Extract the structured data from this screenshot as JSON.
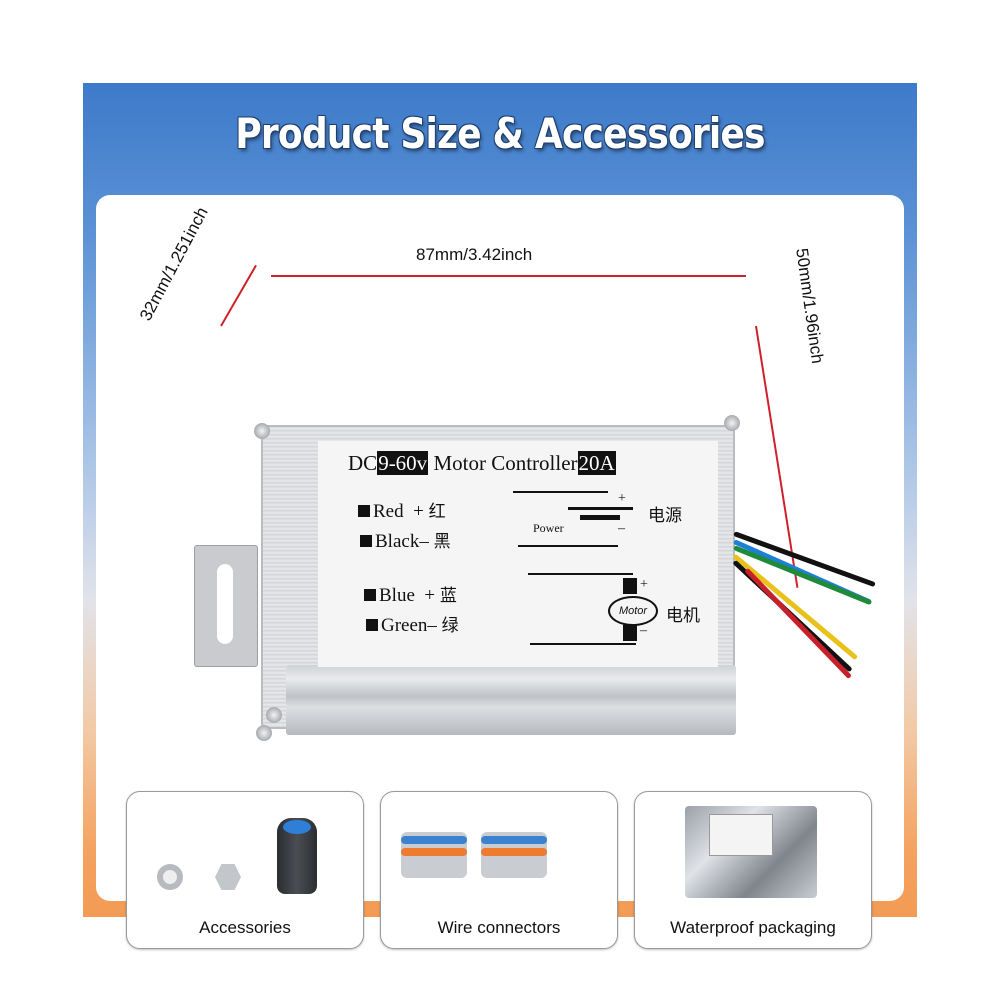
{
  "header": {
    "title": "Product Size & Accessories"
  },
  "dimensions": {
    "width": "87mm/3.42inch",
    "depth": "32mm/1.251inch",
    "height": "50mm/1.96inch"
  },
  "product_label": {
    "title_prefix": "DC",
    "voltage": "9-60v",
    "title_middle": " Motor Controller",
    "current": "20A",
    "rows": [
      {
        "color": "Red",
        "sign": "+",
        "cn": "红"
      },
      {
        "color": "Black",
        "sign": "–",
        "cn": "黑"
      },
      {
        "color": "Blue",
        "sign": "+",
        "cn": "蓝"
      },
      {
        "color": "Green",
        "sign": "–",
        "cn": "绿"
      }
    ],
    "power_label": "Power",
    "power_cn": "电源",
    "motor_label": "Motor",
    "motor_cn": "电机",
    "plus": "+",
    "minus": "–"
  },
  "wire_colors": [
    "#111111",
    "#1e7fd6",
    "#1f8a3a",
    "#e8c21a",
    "#111111",
    "#c8202a"
  ],
  "accessories": [
    {
      "label": "Accessories",
      "icon": "knob-nut-washer-icon"
    },
    {
      "label": "Wire connectors",
      "icon": "lever-connector-icon"
    },
    {
      "label": "Waterproof packaging",
      "icon": "antistatic-bag-icon"
    }
  ],
  "colors": {
    "dimension_line": "#d0202c",
    "top_gradient": "#3d7ac9",
    "bottom_gradient": "#f39b55"
  }
}
